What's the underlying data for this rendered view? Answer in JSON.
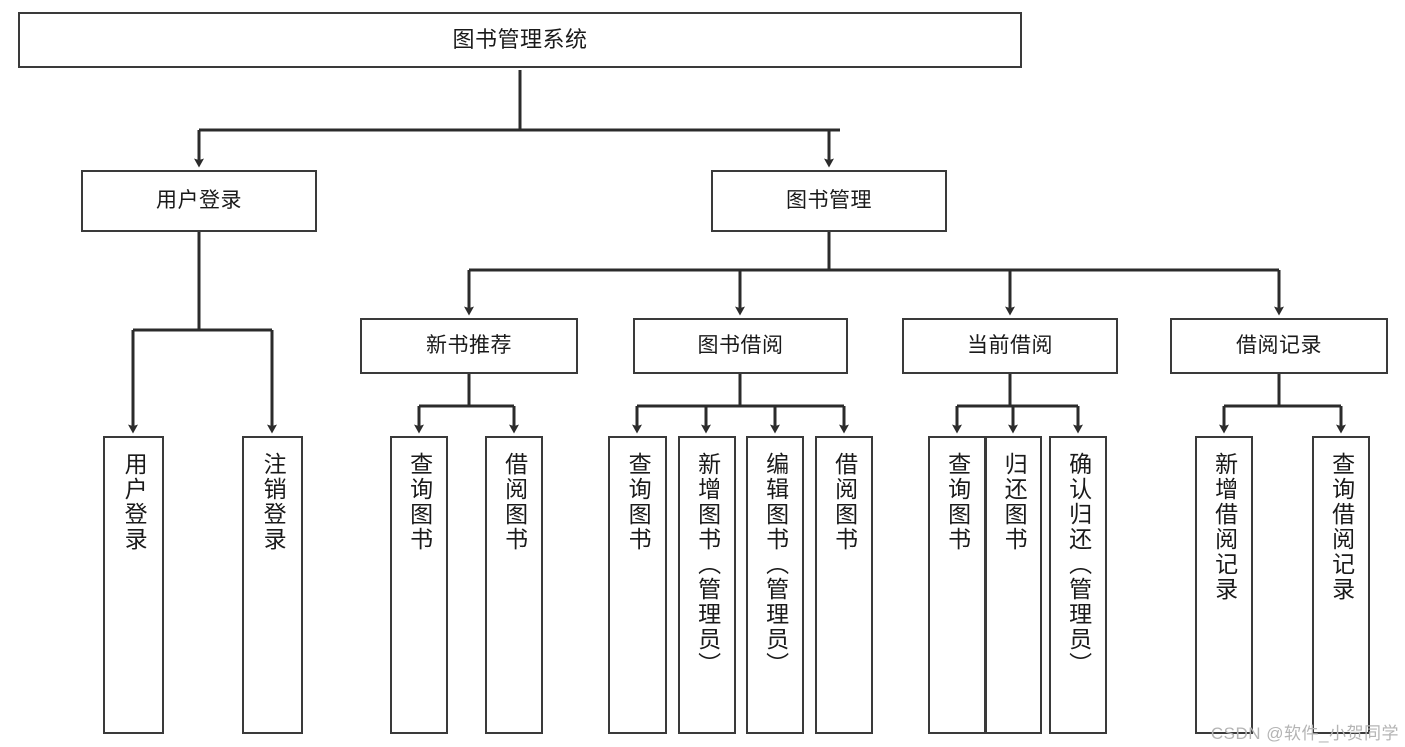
{
  "diagram": {
    "title": "图书管理系统",
    "watermark": "CSDN @软件_小贺同学",
    "style": {
      "box_border_color": "#3a3a3a",
      "box_fill_color": "#ffffff",
      "edge_color": "#2b2b2b",
      "background": "#ffffff"
    },
    "levels": {
      "root": "图书管理系统",
      "level2": [
        "用户登录",
        "图书管理"
      ],
      "level3": [
        "新书推荐",
        "图书借阅",
        "当前借阅",
        "借阅记录"
      ]
    },
    "nodes": {
      "root": {
        "label": "图书管理系统"
      },
      "user_login": {
        "label": "用户登录"
      },
      "book_manage": {
        "label": "图书管理"
      },
      "new_book_rec": {
        "label": "新书推荐"
      },
      "book_borrow": {
        "label": "图书借阅"
      },
      "current_borrow": {
        "label": "当前借阅"
      },
      "borrow_record": {
        "label": "借阅记录"
      },
      "leaf_user_login": {
        "label": "用户登录"
      },
      "leaf_logout": {
        "label": "注销登录"
      },
      "leaf_query_book_a": {
        "label": "查询图书"
      },
      "leaf_borrow_book_a": {
        "label": "借阅图书"
      },
      "leaf_query_book_b": {
        "label": "查询图书"
      },
      "leaf_add_book": {
        "label": "新增图书（管理员）"
      },
      "leaf_edit_book": {
        "label": "编辑图书（管理员）"
      },
      "leaf_borrow_book_b": {
        "label": "借阅图书"
      },
      "leaf_query_book_c": {
        "label": "查询图书"
      },
      "leaf_return_book": {
        "label": "归还图书"
      },
      "leaf_confirm_return": {
        "label": "确认归还（管理员）"
      },
      "leaf_add_record": {
        "label": "新增借阅记录"
      },
      "leaf_query_record": {
        "label": "查询借阅记录"
      }
    },
    "edges": [
      {
        "from": "root",
        "to": "user_login"
      },
      {
        "from": "root",
        "to": "book_manage"
      },
      {
        "from": "user_login",
        "to": "leaf_user_login"
      },
      {
        "from": "user_login",
        "to": "leaf_logout"
      },
      {
        "from": "book_manage",
        "to": "new_book_rec"
      },
      {
        "from": "book_manage",
        "to": "book_borrow"
      },
      {
        "from": "book_manage",
        "to": "current_borrow"
      },
      {
        "from": "book_manage",
        "to": "borrow_record"
      },
      {
        "from": "new_book_rec",
        "to": "leaf_query_book_a"
      },
      {
        "from": "new_book_rec",
        "to": "leaf_borrow_book_a"
      },
      {
        "from": "book_borrow",
        "to": "leaf_query_book_b"
      },
      {
        "from": "book_borrow",
        "to": "leaf_add_book"
      },
      {
        "from": "book_borrow",
        "to": "leaf_edit_book"
      },
      {
        "from": "book_borrow",
        "to": "leaf_borrow_book_b"
      },
      {
        "from": "current_borrow",
        "to": "leaf_query_book_c"
      },
      {
        "from": "current_borrow",
        "to": "leaf_return_book"
      },
      {
        "from": "current_borrow",
        "to": "leaf_confirm_return"
      },
      {
        "from": "borrow_record",
        "to": "leaf_add_record"
      },
      {
        "from": "borrow_record",
        "to": "leaf_query_record"
      }
    ]
  }
}
